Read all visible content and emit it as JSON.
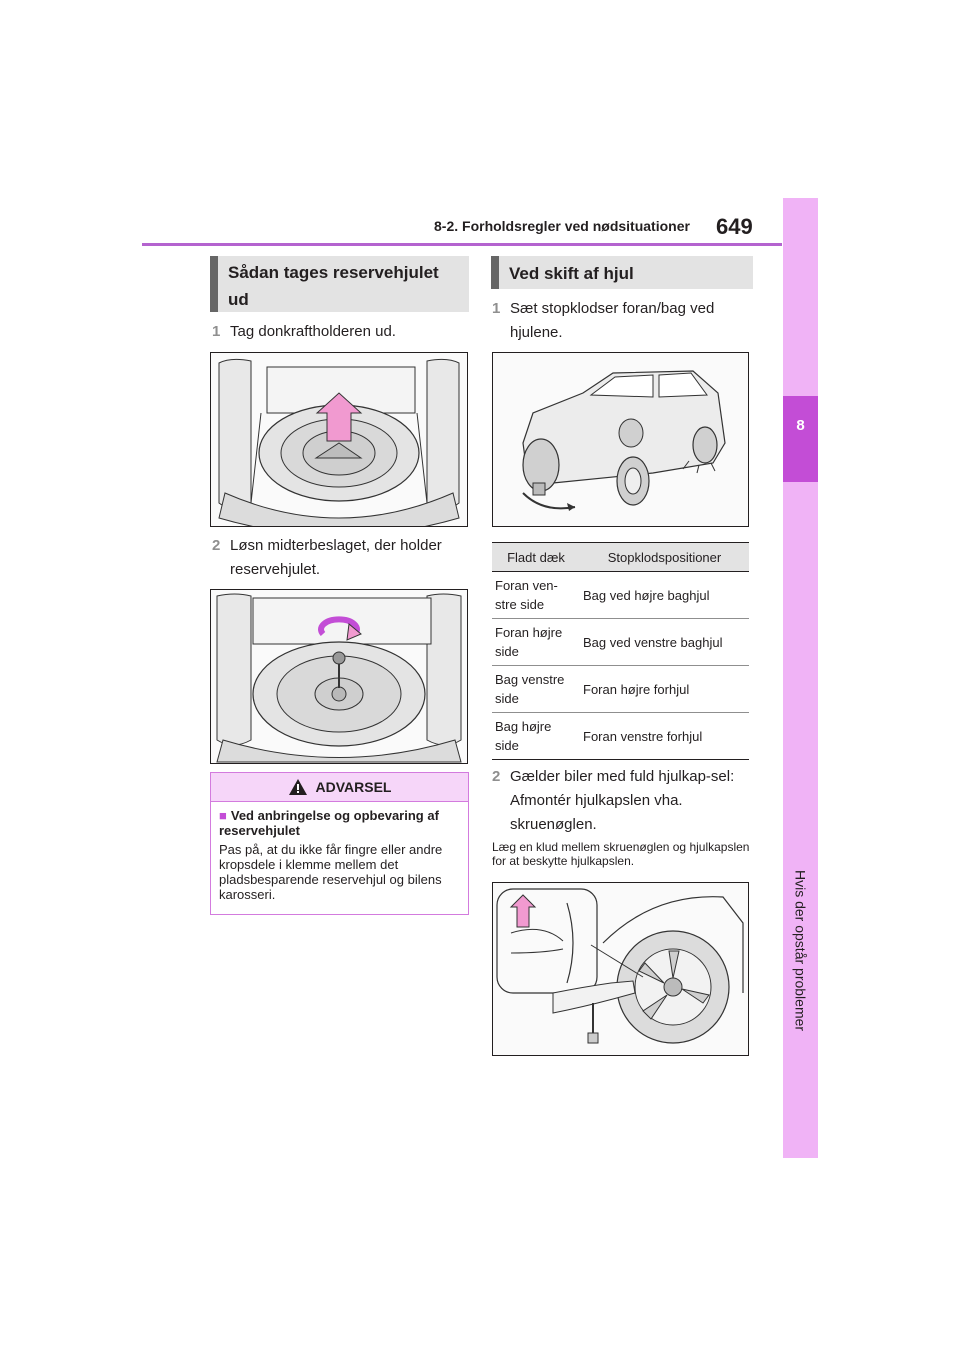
{
  "header": {
    "section_title": "8-2. Forholdsregler ved nødsituationer",
    "page_number": "649",
    "accent_color": "#b463cf"
  },
  "side_tab": {
    "chapter_number": "8",
    "chapter_title": "Hvis der opstår problemer",
    "tab_color": "#f0b3f6",
    "number_box_color": "#c34dd6"
  },
  "left_column": {
    "heading": "Sådan tages reservehjulet ud",
    "step1": {
      "num": "1",
      "text": "Tag donkraftholderen ud."
    },
    "step2": {
      "num": "2",
      "text": "Løsn midterbeslaget, der holder reservehjulet."
    },
    "warning": {
      "title": "ADVARSEL",
      "subheading": "Ved anbringelse og opbevaring af reservehjulet",
      "body": "Pas på, at du ikke får fingre eller andre kropsdele i klemme mellem det pladsbesparende reservehjul og bilens karosseri."
    }
  },
  "right_column": {
    "heading": "Ved skift af hjul",
    "step1": {
      "num": "1",
      "text": "Sæt stopklodser foran/bag ved hjulene."
    },
    "table": {
      "headers": [
        "Fladt dæk",
        "Stopklodspositioner"
      ],
      "rows": [
        [
          "Foran ven-stre side",
          "Bag ved højre baghjul"
        ],
        [
          "Foran højre side",
          "Bag ved venstre baghjul"
        ],
        [
          "Bag venstre side",
          "Foran højre forhjul"
        ],
        [
          "Bag højre side",
          "Foran venstre forhjul"
        ]
      ]
    },
    "step2": {
      "num": "2",
      "text": "Gælder biler med fuld hjulkap-sel: Afmontér hjulkapslen vha. skruenøglen."
    },
    "note": "Læg en klud mellem skruenøglen og hjulkapslen for at beskytte hjulkapslen."
  }
}
